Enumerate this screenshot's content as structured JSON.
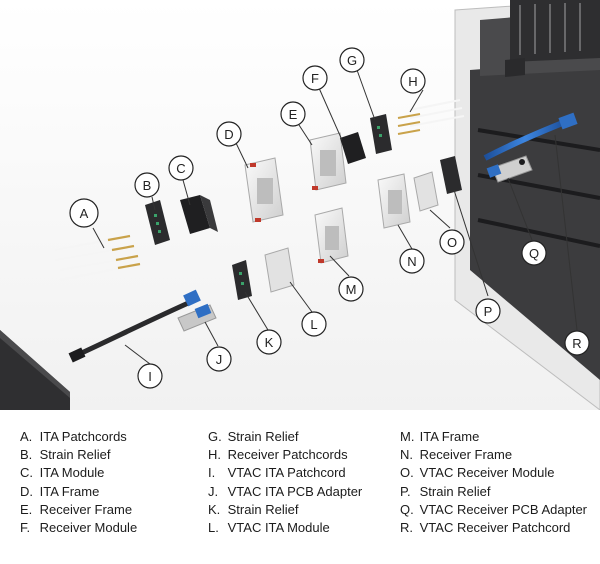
{
  "callouts": [
    "A",
    "B",
    "C",
    "D",
    "E",
    "F",
    "G",
    "H",
    "I",
    "J",
    "K",
    "L",
    "M",
    "N",
    "O",
    "P",
    "Q",
    "R"
  ],
  "legend": {
    "col1": [
      {
        "letter": "A.",
        "text": "ITA Patchcords"
      },
      {
        "letter": "B.",
        "text": "Strain Relief"
      },
      {
        "letter": "C.",
        "text": "ITA Module"
      },
      {
        "letter": "D.",
        "text": "ITA Frame"
      },
      {
        "letter": "E.",
        "text": "Receiver Frame"
      },
      {
        "letter": "F.",
        "text": "Receiver Module"
      }
    ],
    "col2": [
      {
        "letter": "G.",
        "text": "Strain Relief"
      },
      {
        "letter": "H.",
        "text": "Receiver Patchcords"
      },
      {
        "letter": "I.",
        "text": "VTAC ITA Patchcord"
      },
      {
        "letter": "J.",
        "text": "VTAC ITA PCB Adapter"
      },
      {
        "letter": "K.",
        "text": "Strain Relief"
      },
      {
        "letter": "L.",
        "text": "VTAC ITA Module"
      }
    ],
    "col3": [
      {
        "letter": "M.",
        "text": "ITA Frame"
      },
      {
        "letter": "N.",
        "text": "Receiver Frame"
      },
      {
        "letter": "O.",
        "text": "VTAC Receiver Module"
      },
      {
        "letter": "P.",
        "text": "Strain Relief"
      },
      {
        "letter": "Q.",
        "text": "VTAC Receiver PCB Adapter"
      },
      {
        "letter": "R.",
        "text": "VTAC Receiver Patchcord"
      }
    ]
  },
  "colors": {
    "cable_blue": "#2f6fc4",
    "rack_dark": "#3a3a3c",
    "frame_white": "#ececec",
    "pin_gold": "#c9a24a"
  }
}
